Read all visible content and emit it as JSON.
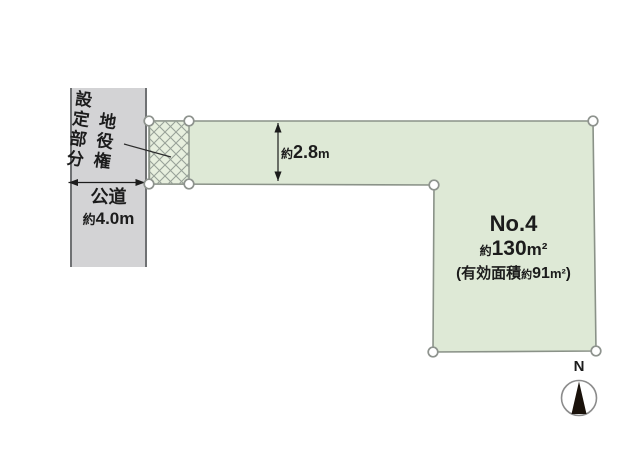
{
  "diagram": {
    "easement_label": {
      "line1": "地役権",
      "line2": "設定部分"
    },
    "road": {
      "name": "公道",
      "width_prefix": "約",
      "width_value": "4.0",
      "width_unit": "m"
    },
    "strip_dimension": {
      "prefix": "約",
      "value": "2.8",
      "unit": "m"
    },
    "parcel": {
      "number": "No.4",
      "area_prefix": "約",
      "area_value": "130",
      "area_unit": "m²",
      "effective_open": "(有効面積",
      "effective_prefix": "約",
      "effective_value": "91",
      "effective_unit": "m²",
      "effective_close": ")"
    },
    "compass": {
      "label": "N"
    },
    "colors": {
      "parcel_fill": "#dee9d6",
      "hatch_fill": "#e7efde",
      "hatch_line": "#98a198",
      "road_fill": "#d3d3d5",
      "road_border": "#6f7173",
      "outline": "#8a9288",
      "marker_stroke": "#8e938e",
      "marker_fill": "#ffffff",
      "dimension": "#1c1c1c",
      "leader": "#2c2c2c",
      "compass_ring": "#8c8c8c",
      "needle": "#1a120b"
    }
  }
}
